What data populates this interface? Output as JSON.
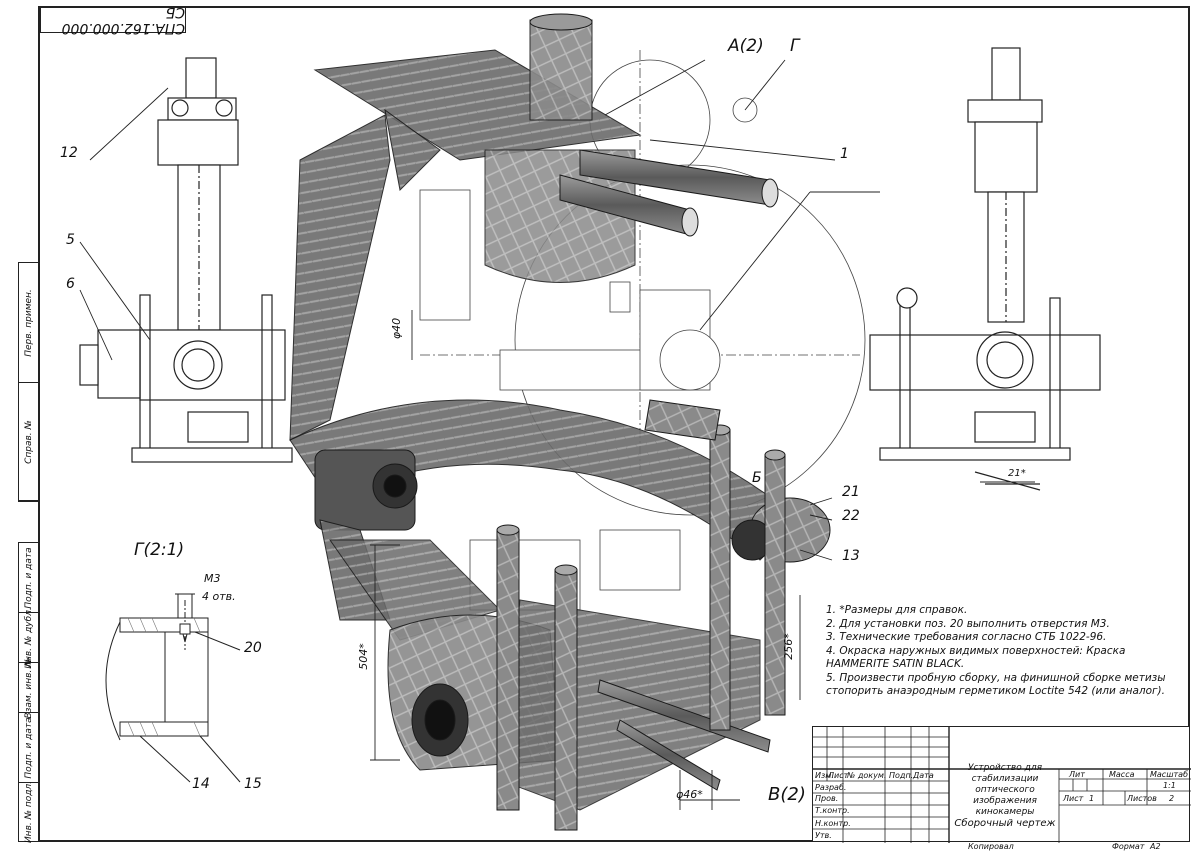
{
  "drawing": {
    "code": "СПА.162.000.000 СБ",
    "views": {
      "view_a": "А(2)",
      "view_g": "Г",
      "view_b_small": "Б",
      "view_v": "В(2)",
      "detail_g": "Г(2:1)"
    },
    "positions": [
      "12",
      "5",
      "6",
      "1",
      "21",
      "22",
      "13",
      "20",
      "14",
      "15"
    ],
    "dimensions": {
      "m3": "М3",
      "holes": "4 отв.",
      "d40": "φ40",
      "d46": "φ46*",
      "h504": "504*",
      "h256": "256*",
      "w21": "21*"
    }
  },
  "side_strip": {
    "top_cells": [
      "Перв. примен.",
      "Справ. №"
    ],
    "bottom_cells": [
      "Подп. и дата",
      "Инв. № дубл.",
      "Взам. инв. №",
      "Подп. и дата",
      "Инв. № подл."
    ]
  },
  "notes": [
    "1. *Размеры для справок.",
    "2. Для установки поз. 20 выполнить отверстия М3.",
    "3. Технические требования согласно СТБ 1022-96.",
    "4. Окраска наружных видимых поверхностей: Краска HAMMERITE SATIN BLACK.",
    "5. Произвести пробную сборку, на финишной сборке метизы стопорить анаэродным герметиком Loctite 542 (или аналог)."
  ],
  "title_block": {
    "title_line1": "Устройство для стабилизации",
    "title_line2": "оптического изображения кинокамеры",
    "title_line3": "Сборочный чертеж",
    "col_izm": "Изм.",
    "col_list": "Лист",
    "col_doc": "№ докум.",
    "col_sign": "Подп.",
    "col_date": "Дата",
    "row_razrab": "Разраб.",
    "row_prov": "Пров.",
    "row_tkontr": "Т.контр.",
    "row_nkontr": "Н.контр.",
    "row_utv": "Утв.",
    "lit": "Лит",
    "massa": "Масса",
    "masshtab": "Масштаб",
    "scale_value": "1:1",
    "sheet_label": "Лист",
    "sheet_value": "1",
    "sheets_label": "Листов",
    "sheets_value": "2"
  },
  "footer": {
    "copied": "Копировал",
    "format_label": "Формат",
    "format_value": "А2"
  }
}
